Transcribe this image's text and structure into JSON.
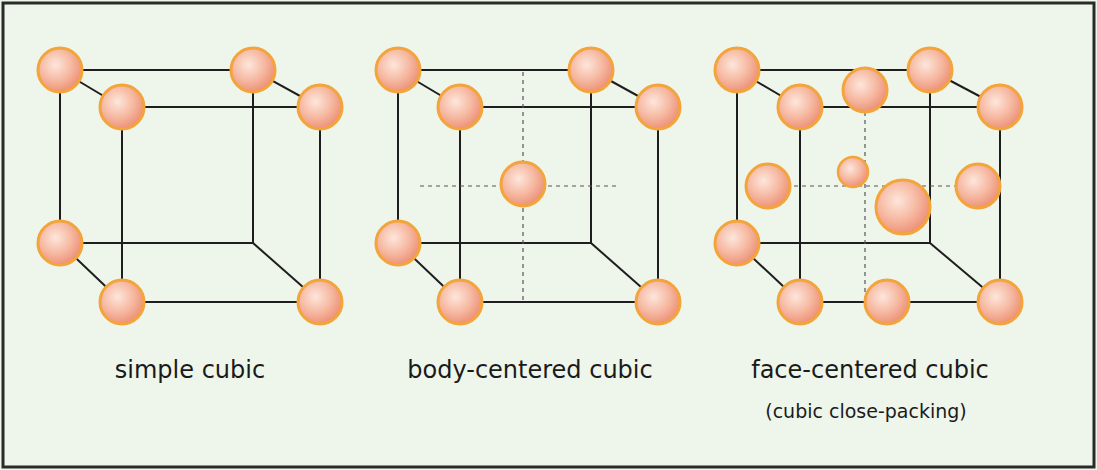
{
  "diagram": {
    "labels": [
      "simple cubic",
      "body-centered cubic",
      "face-centered cubic",
      "(cubic close-packing)"
    ]
  }
}
